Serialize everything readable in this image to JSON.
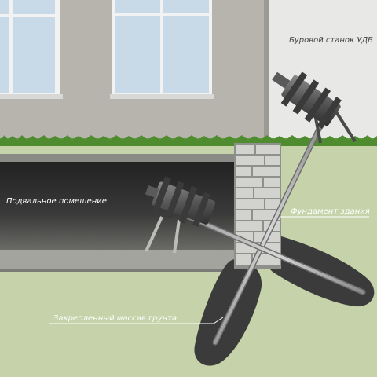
{
  "labels": {
    "drill_rig": "Буровой станок УДБ",
    "basement": "Подвальное помещение",
    "foundation": "Фундамент здания",
    "soil_mass": "Закрепленный массив грунта"
  },
  "colors": {
    "facade": "#b4b2aa",
    "sky": "#e6e6e4",
    "ground": "#c4d2a8",
    "grass": "#5a9a3a",
    "basement_dark": "#2e2e2e",
    "brick": "#cfcfcb",
    "brick_joint": "#8f8f8c",
    "soil_mass": "#3a3a3a",
    "window_glass": "#c9dbe8",
    "rig_metal": "#4a4a4a"
  }
}
